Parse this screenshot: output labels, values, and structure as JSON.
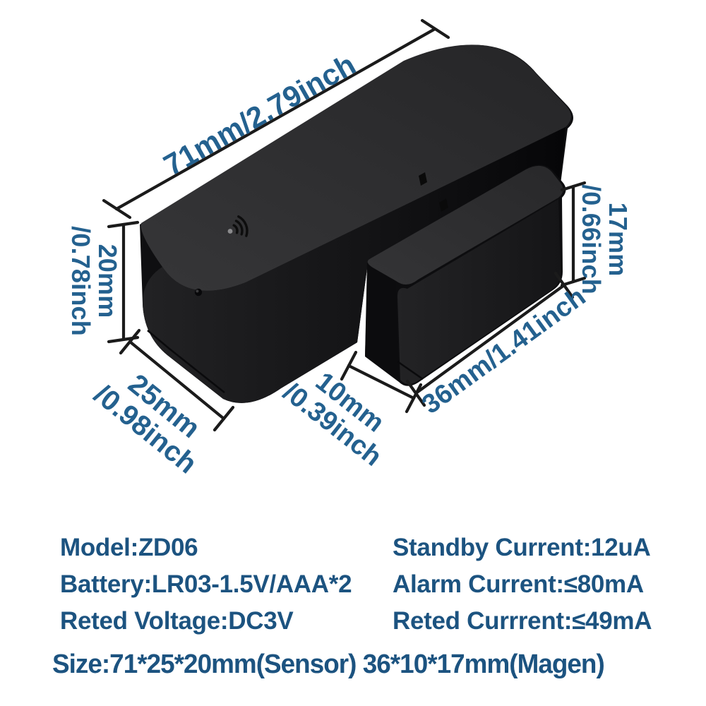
{
  "product": {
    "dimensions": {
      "sensor_length": "71mm/2.79inch",
      "sensor_height": [
        "20mm",
        "/0.78inch"
      ],
      "sensor_depth": [
        "25mm",
        "/0.98inch"
      ],
      "gap": [
        "10mm",
        "/0.39inch"
      ],
      "magnet_length": "36mm/1.41inch",
      "magnet_height": [
        "17mm",
        "/0.66inch"
      ]
    },
    "specs": {
      "left": [
        "Model:ZD06",
        "Battery:LR03-1.5V/AAA*2",
        "Reted Voltage:DC3V"
      ],
      "right": [
        "Standby Current:12uA",
        "Alarm Current:≤80mA",
        "Reted Currrent:≤49mA"
      ],
      "size": "Size:71*25*20mm(Sensor) 36*10*17mm(Magen)"
    },
    "colors": {
      "dimension_text": "#24618f",
      "spec_text": "#1c5380",
      "dimension_line": "#1b1b1b",
      "device_top_face": "#303032",
      "device_front_face": "#1b1b1d",
      "background": "#ffffff"
    }
  }
}
